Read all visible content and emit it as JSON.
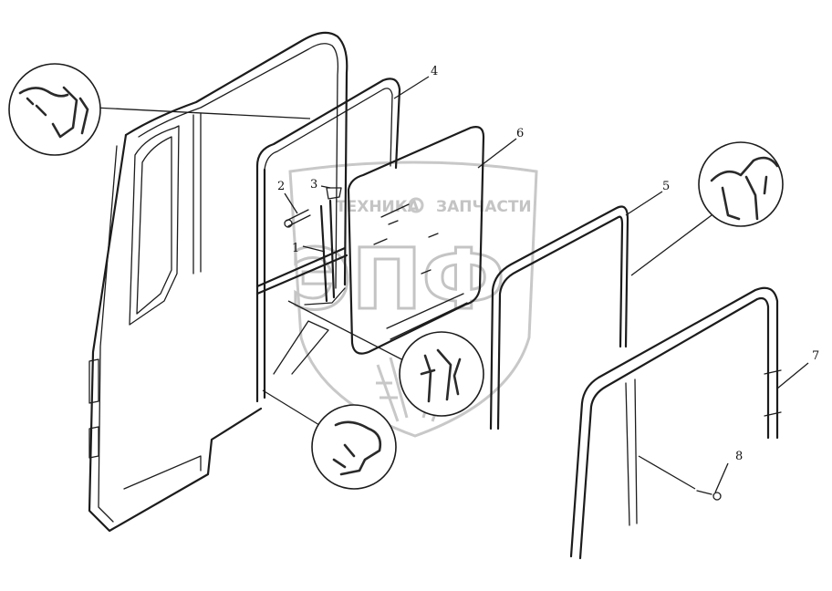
{
  "callouts": {
    "c1": "1",
    "c2": "2",
    "c3": "3",
    "c4": "4",
    "c5": "5",
    "c6": "6",
    "c7": "7",
    "c8": "8"
  },
  "watermark": {
    "line1": "ТЕХНИКА",
    "line2": "ЗАПЧАСТИ",
    "logo": "ЭПФ",
    "color": "#c4c4c4"
  }
}
